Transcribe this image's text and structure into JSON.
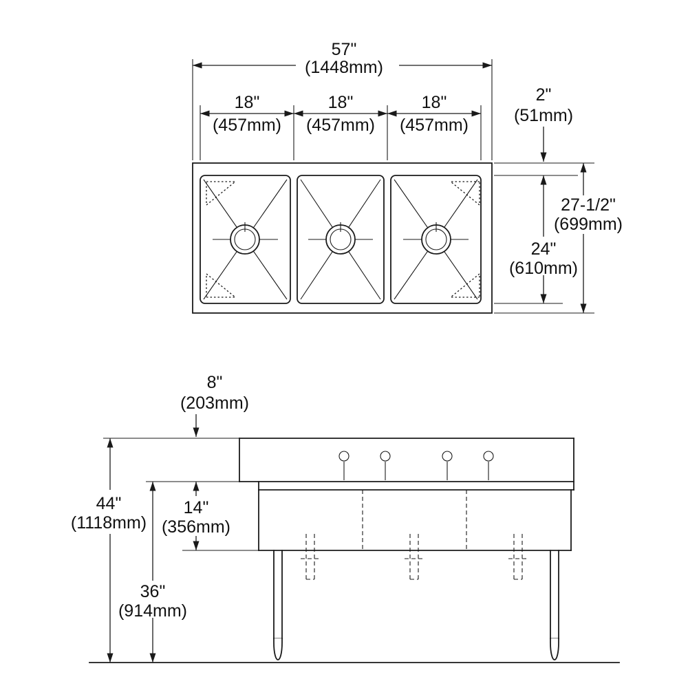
{
  "colors": {
    "line": "#1a1a1a",
    "background": "#ffffff"
  },
  "plan": {
    "dims": {
      "overall_width": {
        "inches": "57\"",
        "metric": "(1448mm)"
      },
      "compartment_width_1": {
        "inches": "18\"",
        "metric": "(457mm)"
      },
      "compartment_width_2": {
        "inches": "18\"",
        "metric": "(457mm)"
      },
      "compartment_width_3": {
        "inches": "18\"",
        "metric": "(457mm)"
      },
      "rear_ledge": {
        "inches": "2\"",
        "metric": "(51mm)"
      },
      "compartment_depth": {
        "inches": "24\"",
        "metric": "(610mm)"
      },
      "overall_depth": {
        "inches": "27-1/2\"",
        "metric": "(699mm)"
      }
    }
  },
  "elevation": {
    "dims": {
      "backsplash_height": {
        "inches": "8\"",
        "metric": "(203mm)"
      },
      "overall_height": {
        "inches": "44\"",
        "metric": "(1118mm)"
      },
      "bowl_depth": {
        "inches": "14\"",
        "metric": "(356mm)"
      },
      "work_surface_height": {
        "inches": "36\"",
        "metric": "(914mm)"
      }
    }
  }
}
